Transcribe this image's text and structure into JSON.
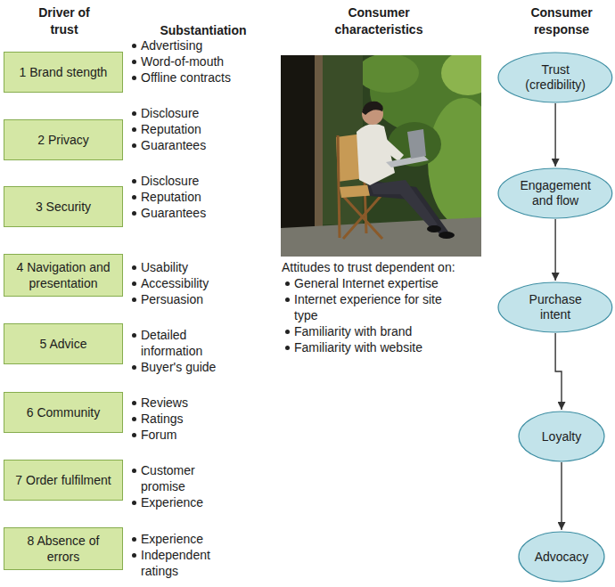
{
  "diagram": {
    "nodes": [
      {
        "text": [
          "1 Brand stength"
        ]
      },
      {
        "text": [
          "2 Privacy"
        ]
      },
      {
        "text": [
          "3 Security"
        ]
      },
      {
        "text": [
          "4 Navigation and presentation"
        ]
      },
      {
        "text": [
          "5 Advice"
        ]
      },
      {
        "text": [
          "6 Community"
        ]
      },
      {
        "text": [
          "7 Order fulfilment"
        ]
      },
      {
        "text": [
          "8 Absence of errors"
        ]
      },
      {
        "text": [
          "Trust (credibility)"
        ]
      },
      {
        "text": [
          "Engagement and flow"
        ]
      },
      {
        "text": [
          "Purchase intent"
        ]
      },
      {
        "text": [
          "Loyalty"
        ]
      },
      {
        "text": [
          "Advocacy"
        ]
      }
    ],
    "edges": [
      {
        "from": 8,
        "to": 9,
        "arrow": "to"
      },
      {
        "from": 9,
        "to": 10,
        "arrow": "to"
      },
      {
        "from": 10,
        "to": 11,
        "arrow": "to"
      },
      {
        "from": 11,
        "to": 12,
        "arrow": "to"
      }
    ],
    "labels": [
      "Driver of trust",
      "Substantiation",
      "Consumer characteristics",
      "Consumer response",
      "Advertising",
      "Word-of-mouth",
      "Offline contracts",
      "Disclosure",
      "Reputation",
      "Guarantees",
      "Disclosure",
      "Reputation",
      "Guarantees",
      "Usability",
      "Accessibility",
      "Persuasion",
      "Detailed information",
      "Buyer's guide",
      "Reviews",
      "Ratings",
      "Forum",
      "Customer promise",
      "Experience",
      "Experience",
      "Independent ratings",
      "Attitudes to trust dependent on:",
      "General Internet expertise",
      "Internet experience for site type",
      "Familiarity with brand",
      "Familiarity with website"
    ]
  }
}
